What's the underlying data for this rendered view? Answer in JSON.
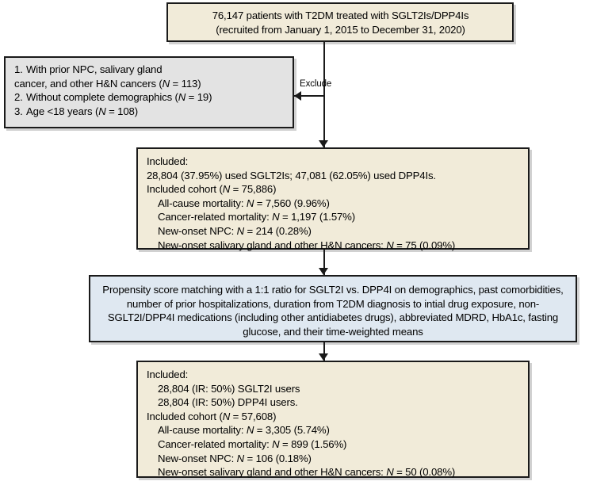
{
  "diagram": {
    "title": "Study cohort flow diagram",
    "colors": {
      "cream_fill": "#f1ebd9",
      "gray_fill": "#e3e3e3",
      "blue_fill": "#dfe8f1",
      "border": "#1a1a1a",
      "text": "#000000",
      "background": "#ffffff"
    }
  },
  "enrolled_box": {
    "lines": [
      "76,147 patients with T2DM treated with SGLT2Is/DPP4Is",
      "(recruited from January 1, 2015 to December 31, 2020)"
    ]
  },
  "exclusion": {
    "connector_label": "Exclude",
    "items": [
      {
        "number": "1.",
        "text_line_1": "With prior NPC, salivary gland",
        "text_line_2": "cancer, and other H&N cancers (N = 113)"
      },
      {
        "number": "2.",
        "text_line_1": "Without complete demographics (N = 19)"
      },
      {
        "number": "3.",
        "text_line_1": "Age <18 years (N = 108)"
      }
    ],
    "counts": {
      "prior_npc_salivary_hn_cancers": 113,
      "incomplete_demographics": 19,
      "age_under_18": 108
    }
  },
  "included_box_1": {
    "heading": "Included:",
    "drug_split": "28,804 (37.95%) used SGLT2Is; 47,081 (62.05%) used DPP4Is.",
    "cohort_line": "Included cohort (N = 75,886)",
    "outcomes": [
      "All-cause mortality: N = 7,560 (9.96%)",
      "Cancer-related mortality: N = 1,197 (1.57%)",
      "New-onset NPC: N = 214 (0.28%)",
      "New-onset salivary gland and other H&N cancers: N = 75 (0.09%)"
    ],
    "values": {
      "sglt2i_users": 28804,
      "sglt2i_percent": "37.95%",
      "dpp4i_users": 47081,
      "dpp4i_percent": "62.05%",
      "cohort_n": 75886,
      "all_cause_mortality_n": 7560,
      "all_cause_mortality_percent": "9.96%",
      "cancer_related_mortality_n": 1197,
      "cancer_related_mortality_percent": "1.57%",
      "new_onset_npc_n": 214,
      "new_onset_npc_percent": "0.28%",
      "new_onset_salivary_hn_n": 75,
      "new_onset_salivary_hn_percent": "0.09%"
    }
  },
  "propensity_box": {
    "text": "Propensity score matching with a 1:1 ratio for SGLT2I vs. DPP4I on demographics, past comorbidities, number of prior hospitalizations, duration from T2DM diagnosis to intial drug exposure, non-SGLT2I/DPP4I medications (including other antidiabetes drugs), abbreviated MDRD, HbA1c, fasting glucose, and their time-weighted means",
    "ratio": "1:1"
  },
  "included_box_2": {
    "heading": "Included:",
    "user_lines": [
      "28,804 (IR: 50%) SGLT2I users",
      "28,804 (IR: 50%) DPP4I users."
    ],
    "cohort_line": "Included cohort (N = 57,608)",
    "outcomes": [
      "All-cause mortality: N = 3,305 (5.74%)",
      "Cancer-related mortality: N = 899 (1.56%)",
      "New-onset NPC: N = 106 (0.18%)",
      "New-onset salivary gland and other H&N cancers: N = 50 (0.08%)"
    ],
    "values": {
      "sglt2i_users": 28804,
      "sglt2i_ir": "50%",
      "dpp4i_users": 28804,
      "dpp4i_ir": "50%",
      "cohort_n": 57608,
      "all_cause_mortality_n": 3305,
      "all_cause_mortality_percent": "5.74%",
      "cancer_related_mortality_n": 899,
      "cancer_related_mortality_percent": "1.56%",
      "new_onset_npc_n": 106,
      "new_onset_npc_percent": "0.18%",
      "new_onset_salivary_hn_n": 50,
      "new_onset_salivary_hn_percent": "0.08%"
    }
  }
}
